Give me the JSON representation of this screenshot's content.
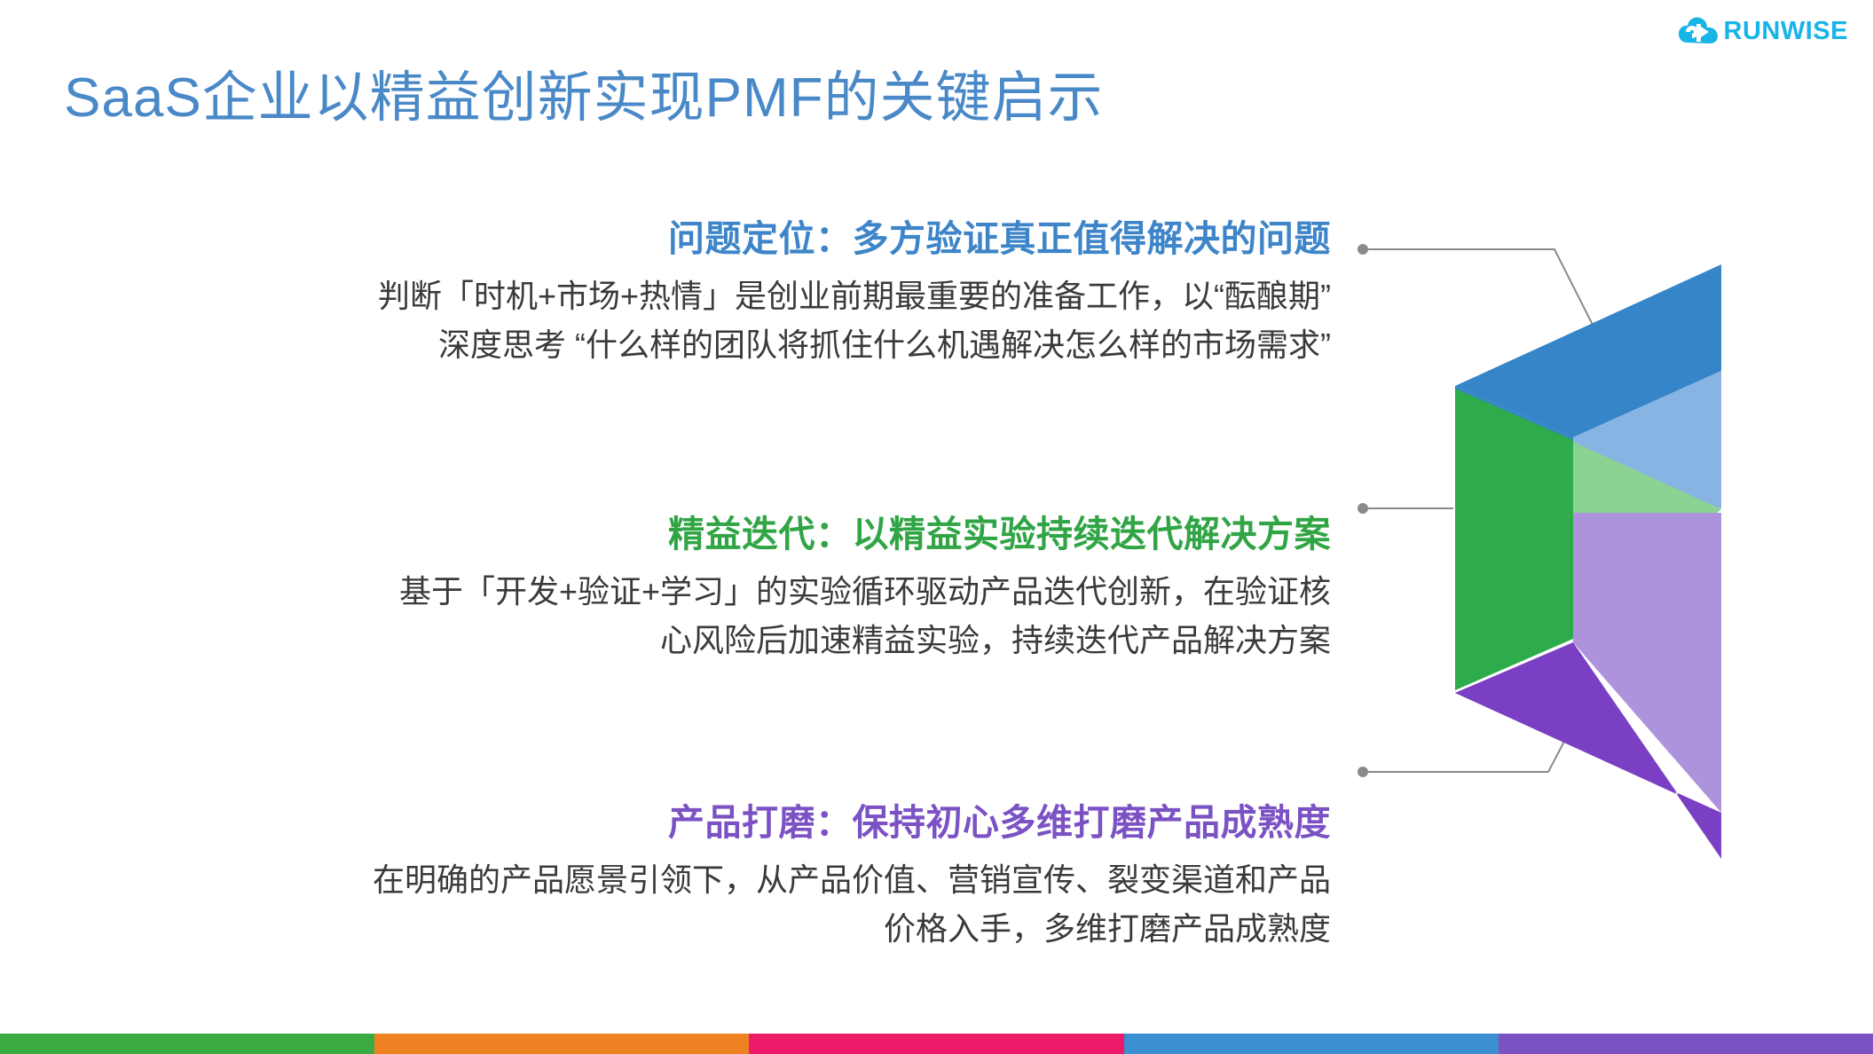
{
  "brand": {
    "logo_icon": "runwise-cloud-arrow-icon",
    "wordmark": "RUNWISE",
    "wordmark_color": "#17b4e8"
  },
  "slide": {
    "title": "SaaS企业以精益创新实现PMF的关键启示",
    "title_color": "#4a89c7",
    "background_color": "#ffffff"
  },
  "sections": [
    {
      "id": "problem-definition",
      "heading": "问题定位：多方验证真正值得解决的问题",
      "heading_color": "#3d85c8",
      "body_lines": [
        "判断「时机+市场+热情」是创业前期最重要的准备工作，以“酝酿期”",
        "深度思考 “什么样的团队将抓住什么机遇解决怎么样的市场需求”"
      ]
    },
    {
      "id": "lean-iteration",
      "heading": "精益迭代：以精益实验持续迭代解决方案",
      "heading_color": "#31a545",
      "body_lines": [
        "基于「开发+验证+学习」的实验循环驱动产品迭代创新，在验证核",
        "心风险后加速精益实验，持续迭代产品解决方案"
      ]
    },
    {
      "id": "product-polish",
      "heading": "产品打磨：保持初心多维打磨产品成熟度",
      "heading_color": "#7b52c4",
      "body_lines": [
        "在明确的产品愿景引领下，从产品价值、营销宣传、裂变渠道和产品",
        "价格入手，多维打磨产品成熟度"
      ]
    }
  ],
  "graphic": {
    "name": "three-layer-prism-diagram",
    "layers": [
      {
        "label": "blue-layer",
        "front": "#3585c8",
        "side": "#88b4e4"
      },
      {
        "label": "green-layer",
        "front": "#2eab4a",
        "side": "#8ad392"
      },
      {
        "label": "purple-layer",
        "front": "#7b3fc4",
        "side": "#ad93db"
      }
    ],
    "connector_color": "#8a8a8a"
  },
  "footer_bar": {
    "segments": [
      "#3aab43",
      "#ef8122",
      "#ec1a68",
      "#3b8ed0",
      "#7b52c4"
    ]
  }
}
